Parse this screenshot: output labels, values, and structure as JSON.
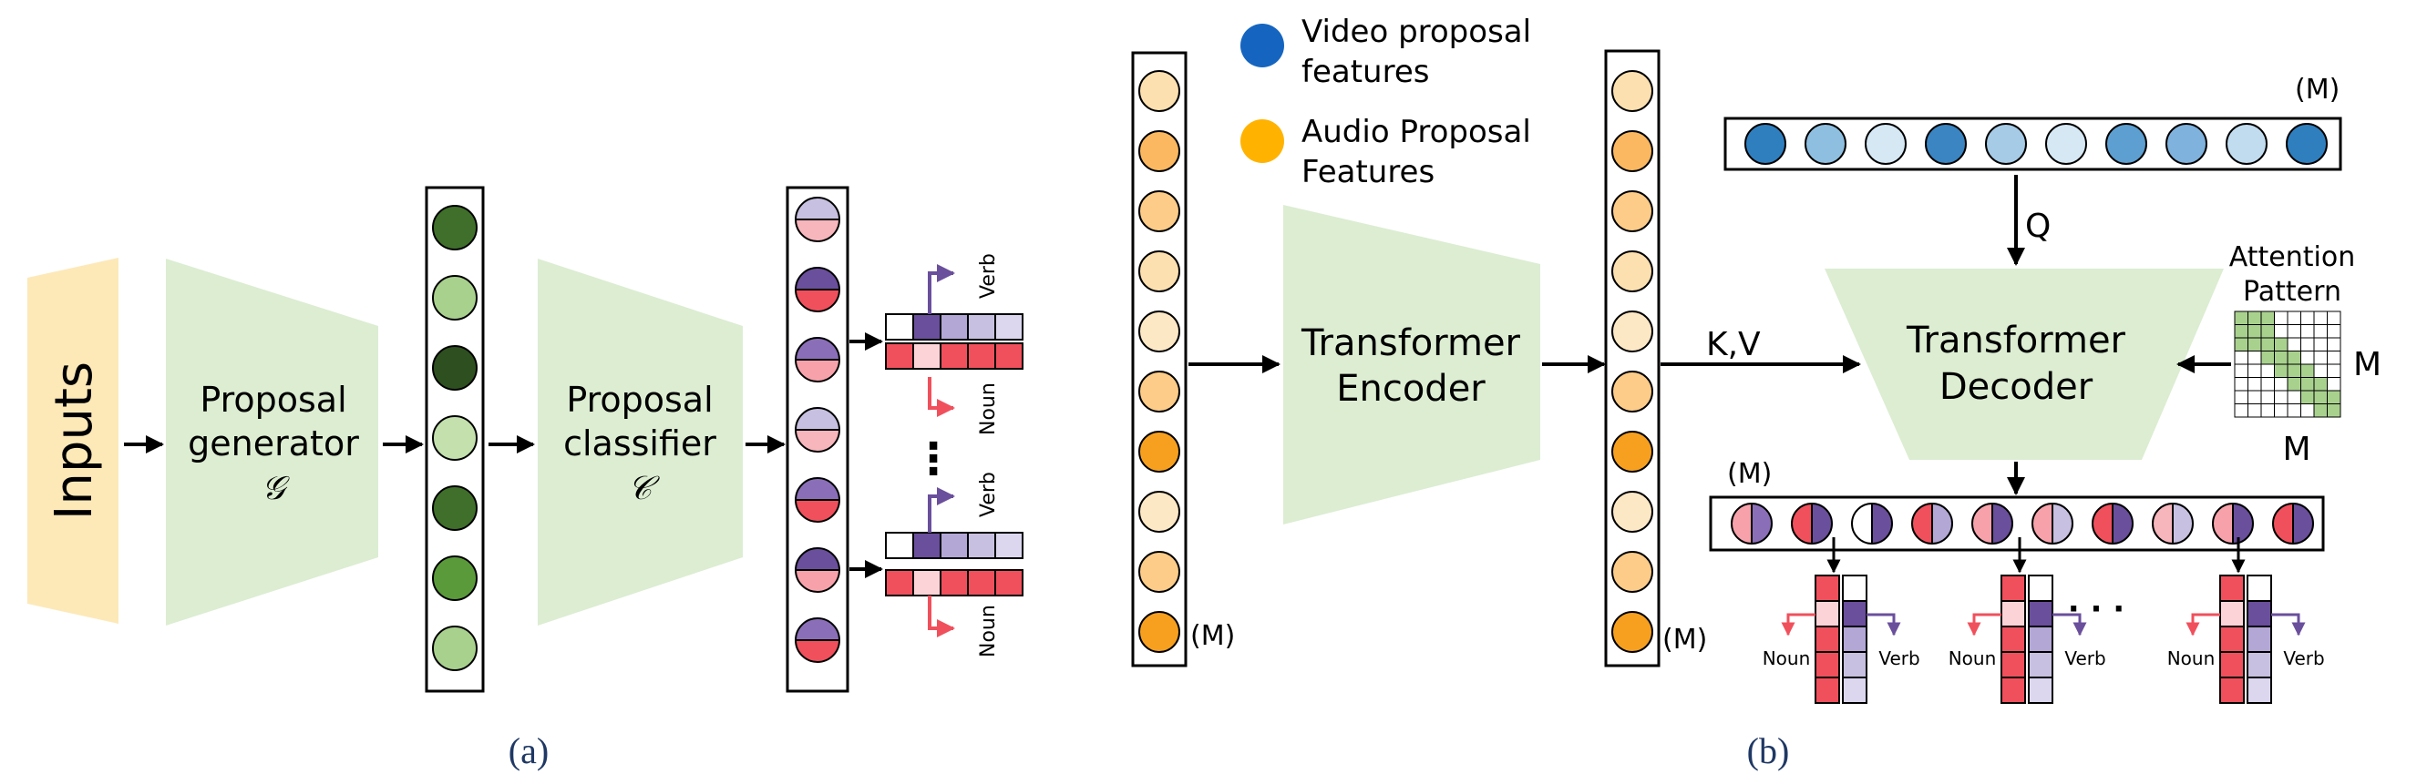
{
  "panel_a": {
    "inputs_label": "Inputs",
    "generator_line1": "Proposal",
    "generator_line2": "generator",
    "generator_symbol": "𝒢",
    "classifier_line1": "Proposal",
    "classifier_line2": "classifier",
    "classifier_symbol": "𝒞",
    "verb_label": "Verb",
    "noun_label": "Noun",
    "ellipsis": "⋮",
    "caption": "(a)"
  },
  "panel_b": {
    "legend_video_line1": "Video proposal",
    "legend_video_line2": "features",
    "legend_audio_line1": "Audio Proposal",
    "legend_audio_line2": "Features",
    "encoder_line1": "Transformer",
    "encoder_line2": "Encoder",
    "decoder_line1": "Transformer",
    "decoder_line2": "Decoder",
    "m_label": "(M)",
    "kv_label": "K,V",
    "q_label": "Q",
    "attention_line1": "Attention",
    "attention_line2": "Pattern",
    "m_axis": "M",
    "noun_label": "Noun",
    "verb_label": "Verb",
    "ellipsis": "· · ·",
    "caption": "(b)"
  },
  "colors": {
    "inputs_fill": "#fde9b8",
    "module_fill": "#dcedd2",
    "green_dark": "#2e5a1f",
    "green_mid": "#4f8a34",
    "green_light": "#a9d18e",
    "verb_purple": "#6a4f9c",
    "noun_red": "#f0505c",
    "video_blue": "#1565c0",
    "audio_orange": "#ffb300"
  }
}
